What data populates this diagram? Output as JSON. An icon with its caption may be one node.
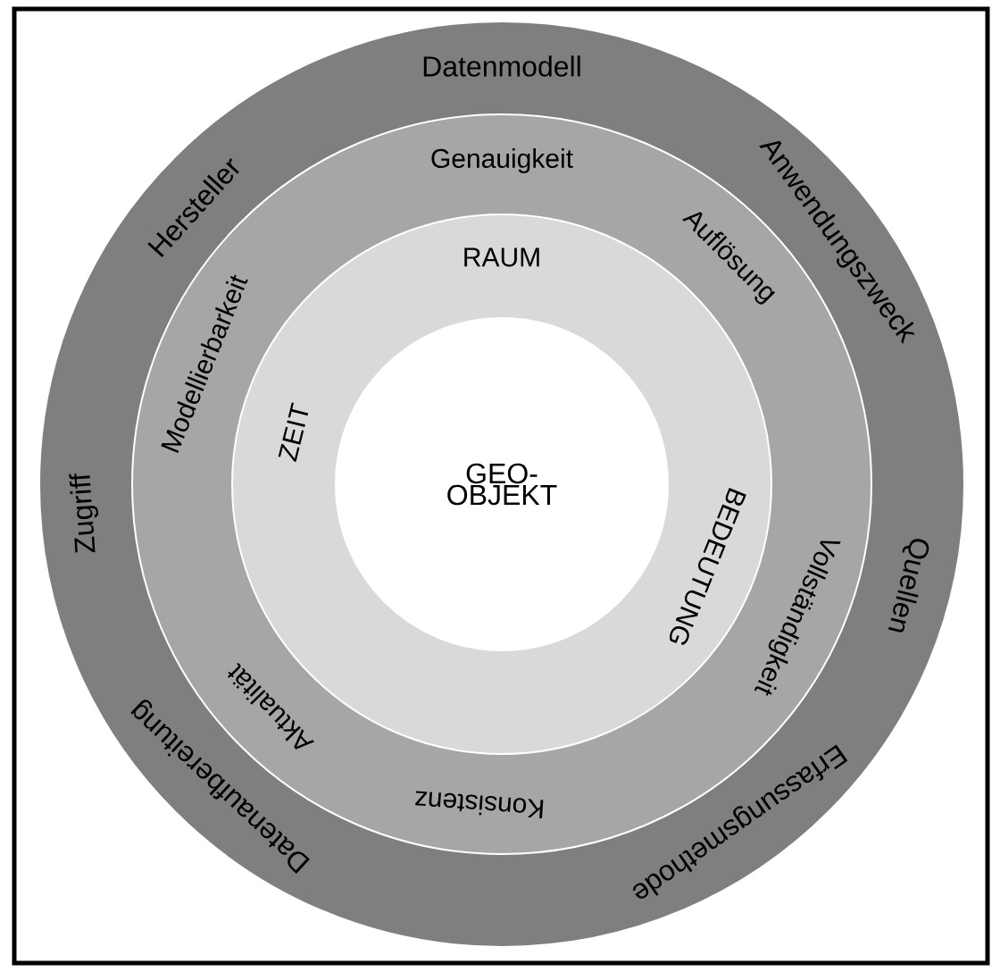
{
  "diagram": {
    "nodes": [
      {
        "text": [
          "Datenmodell",
          "Anwendungszweck",
          "Quellen",
          "Erfassungsmethode",
          "Datenaufbereitung",
          "Zugriff",
          "Hersteller"
        ]
      },
      {
        "text": [
          "Genauigkeit",
          "Auflösung",
          "Vollständigkeit",
          "Konsistenz",
          "Aktualität",
          "Modellierbarkeit"
        ],
        "in": 0
      },
      {
        "text": [
          "RAUM",
          "BEDEUTUNG",
          "ZEIT"
        ],
        "in": 1
      },
      {
        "text": [
          "GEO- OBJEKT"
        ],
        "in": 2
      }
    ]
  }
}
